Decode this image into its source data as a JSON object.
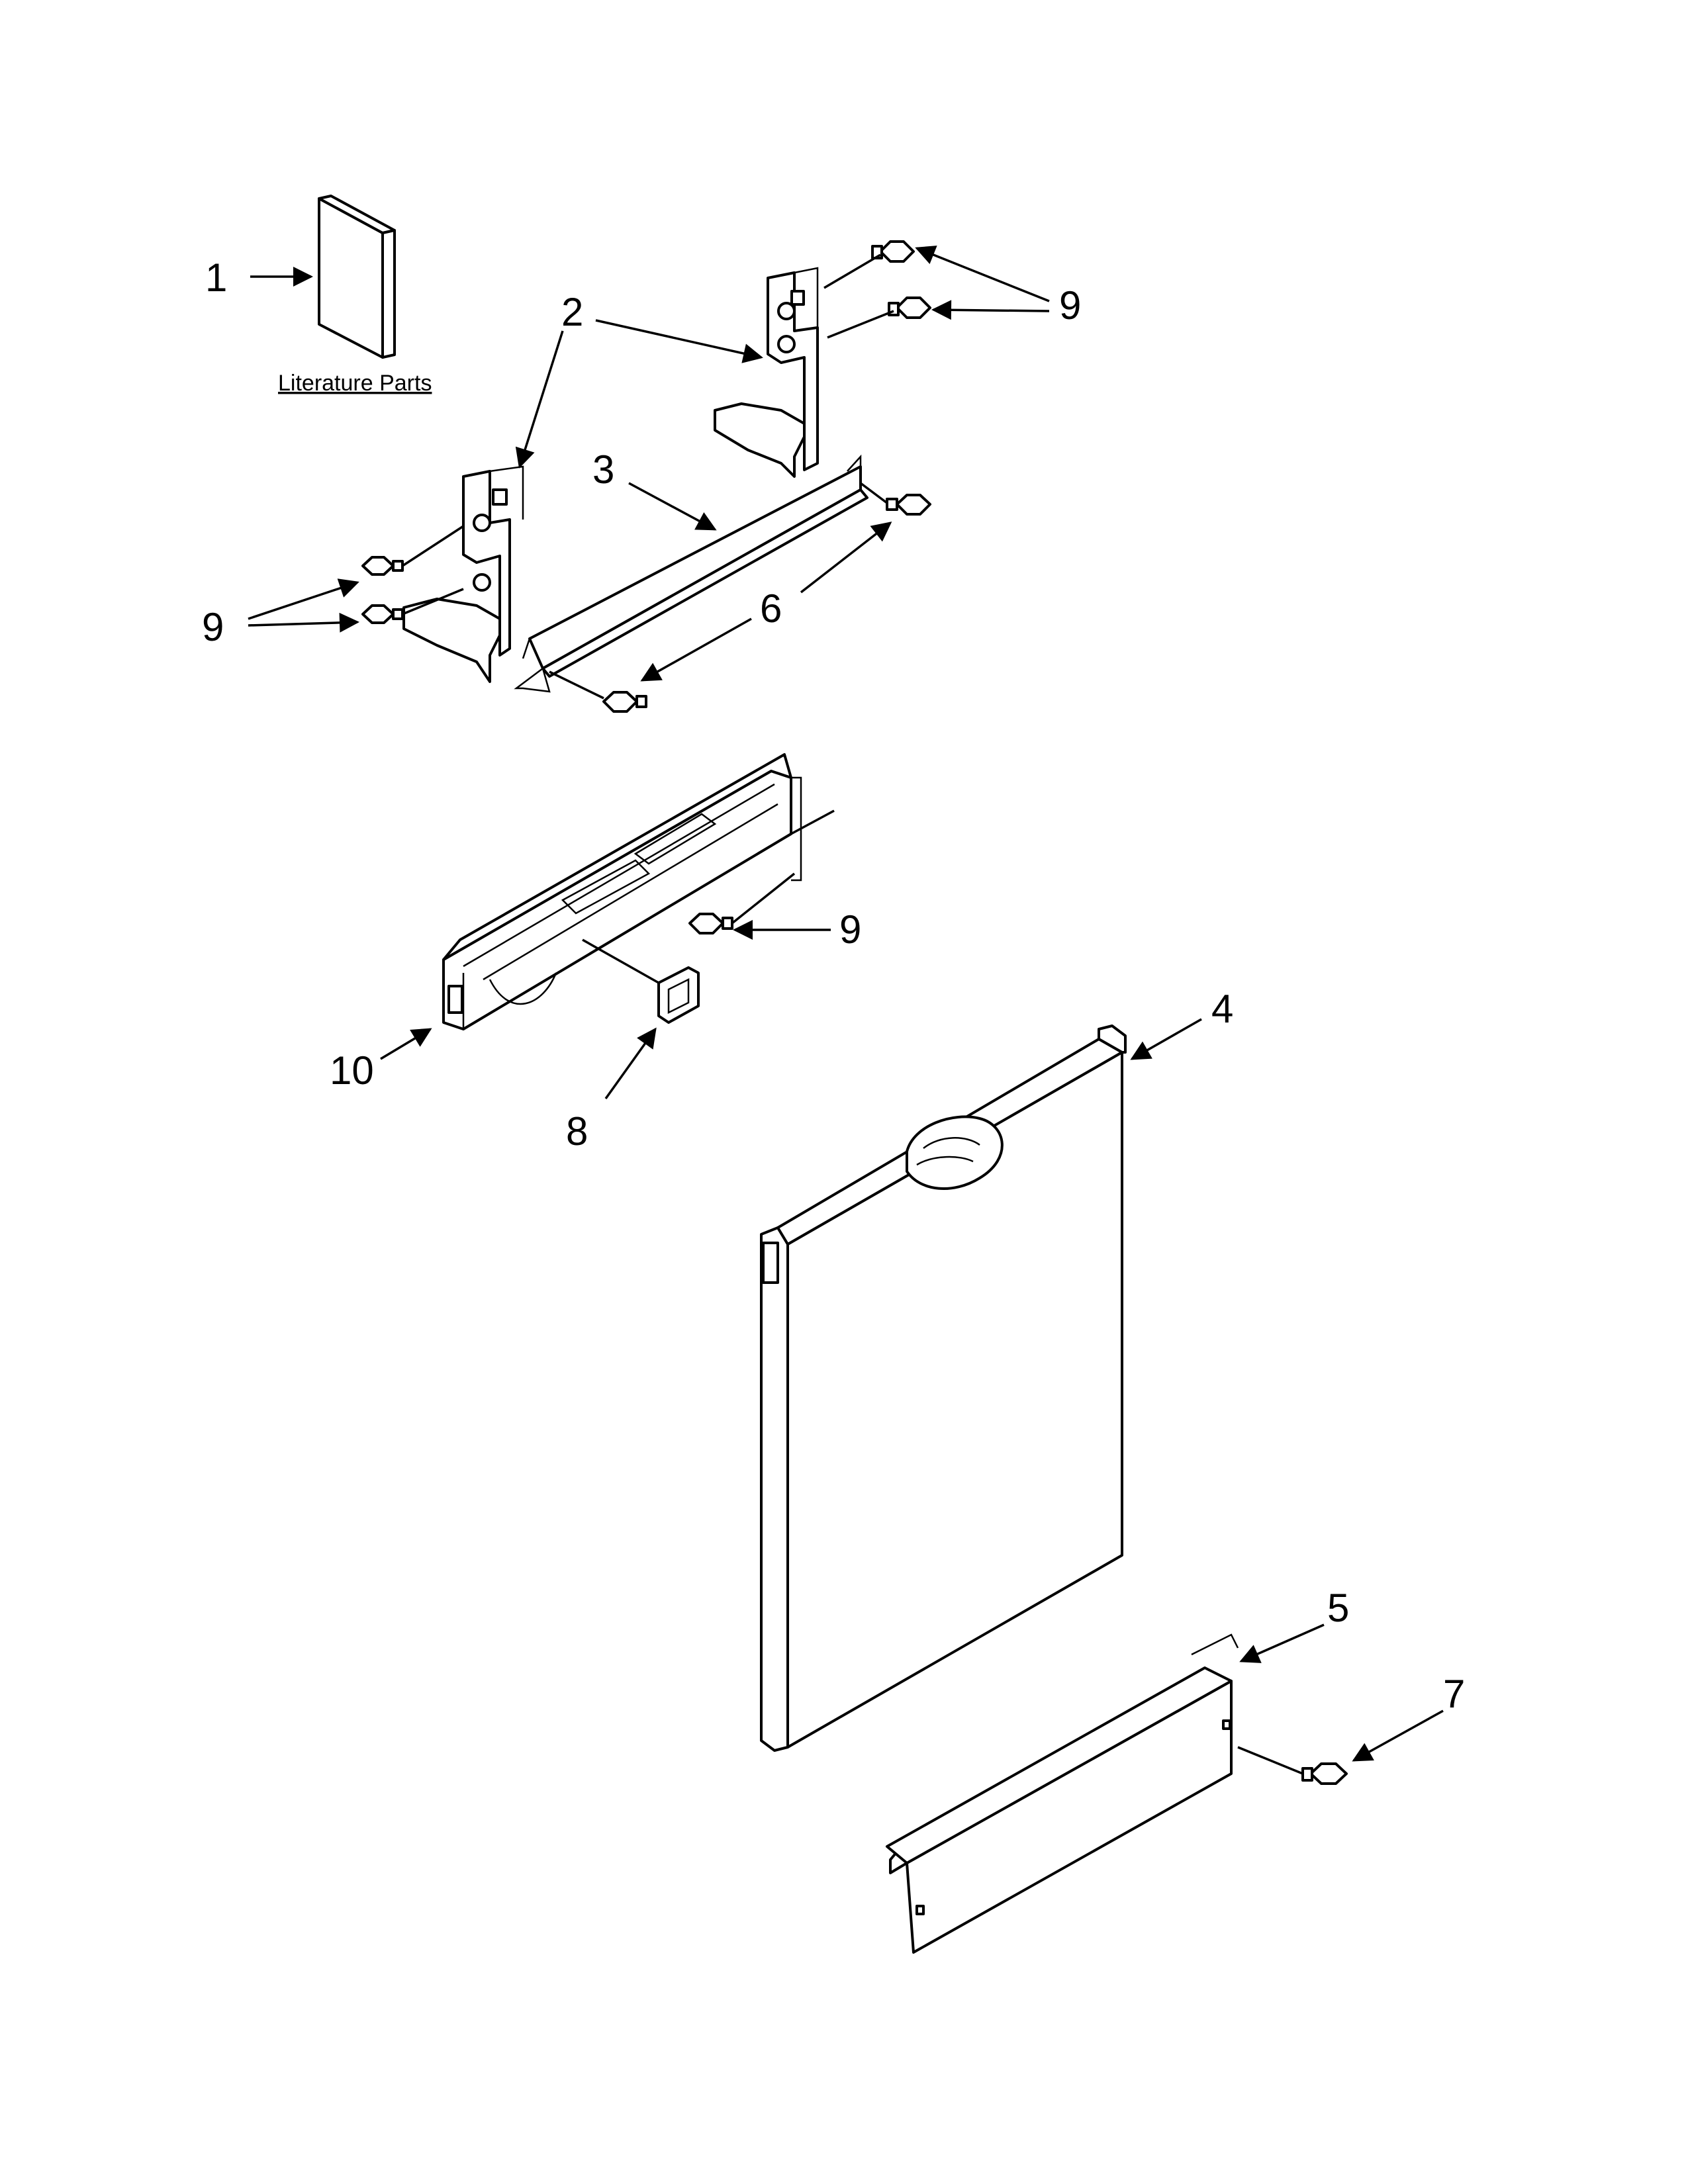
{
  "callouts": {
    "c1": "1",
    "c2_top": "2",
    "c3": "3",
    "c9_top": "9",
    "c9_left": "9",
    "c6": "6",
    "c9_mid": "9",
    "c4": "4",
    "c10": "10",
    "c8": "8",
    "c5": "5",
    "c7": "7"
  },
  "literature_label": "Literature Parts",
  "icons": {
    "arrow": "arrow-icon",
    "screw": "screw-icon"
  }
}
